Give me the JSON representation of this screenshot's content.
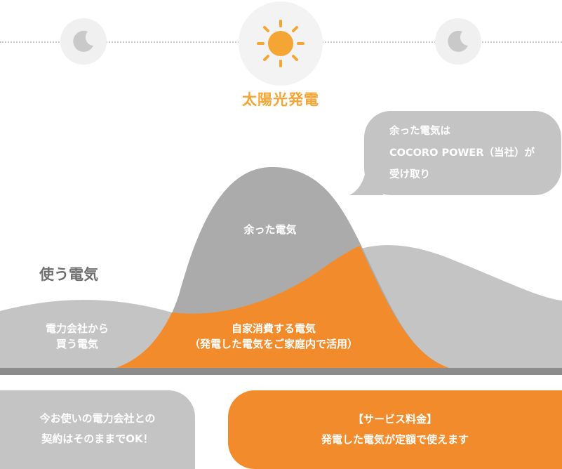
{
  "top": {
    "solar_label": "太陽光発電",
    "icons": [
      "moon-icon",
      "sun-icon",
      "moon-icon"
    ]
  },
  "bubble": {
    "line1": "余った電気は",
    "line2": "COCORO POWER（当社）が",
    "line3": "受け取り"
  },
  "chart": {
    "surplus_label": "余った電気",
    "use_label": "使う電気",
    "buy_line1": "電力会社から",
    "buy_line2": "買う電気",
    "self_line1": "自家消費する電気",
    "self_line2": "（発電した電気をご家庭内で活用）"
  },
  "boxes": {
    "left_line1": "今お使いの電力会社との",
    "left_line2": "契約はそのままでOK！",
    "right_line1": "【サービス料金】",
    "right_line2": "発電した電気が定額で使えます"
  },
  "colors": {
    "orange": "#f28b2c",
    "sun": "#f5a534",
    "gray": "#c4c4c4",
    "dark_gray": "#8c8c8c"
  }
}
